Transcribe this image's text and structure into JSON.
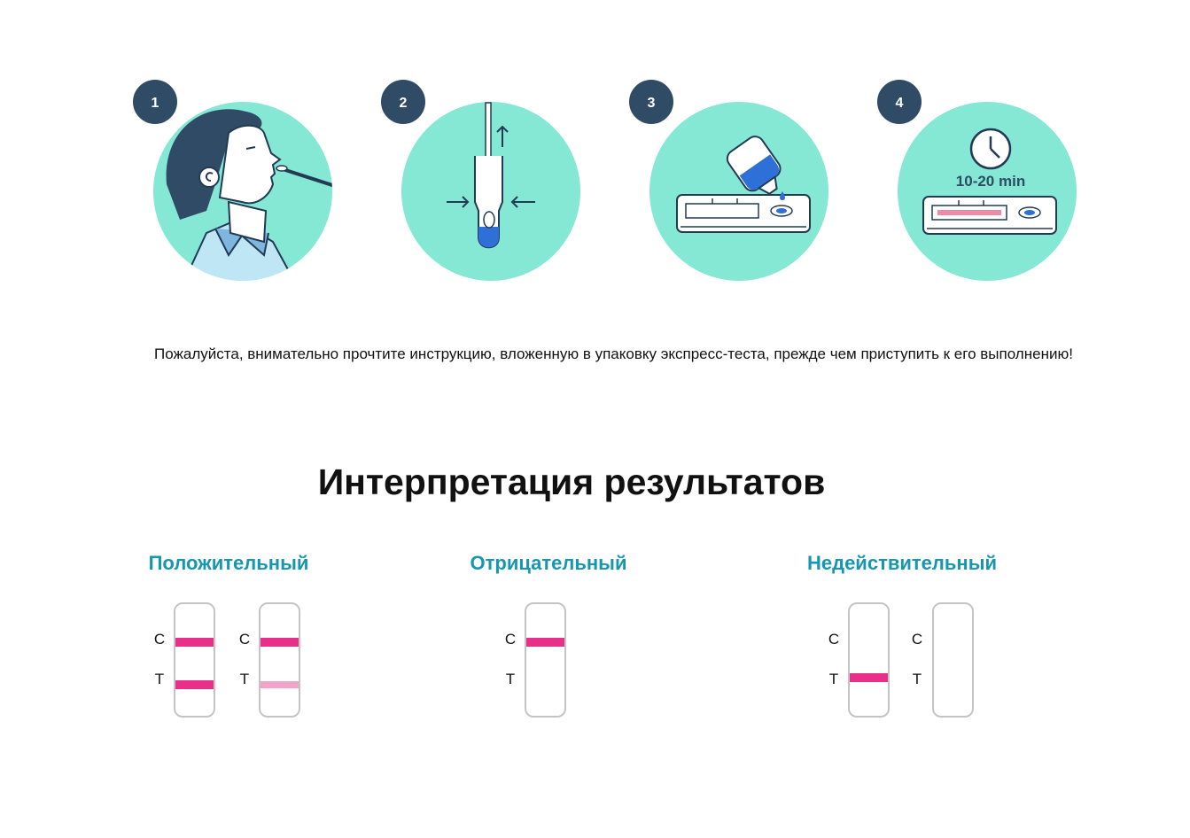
{
  "steps": [
    {
      "number": "1",
      "icon": "nasal-swab-icon"
    },
    {
      "number": "2",
      "icon": "extraction-tube-icon"
    },
    {
      "number": "3",
      "icon": "dropper-cassette-icon"
    },
    {
      "number": "4",
      "icon": "timer-cassette-icon",
      "caption": "10-20 min"
    }
  ],
  "instruction": "Пожалуйста, внимательно прочтите инструкцию, вложенную в упаковку экспресс-теста, прежде чем приступить к его выполнению!",
  "results": {
    "title": "Интерпретация результатов",
    "positive": {
      "label": "Положительный",
      "strips": [
        {
          "c_label": "C",
          "t_label": "T",
          "c_line": "strong",
          "t_line": "strong"
        },
        {
          "c_label": "C",
          "t_label": "T",
          "c_line": "strong",
          "t_line": "faint"
        }
      ]
    },
    "negative": {
      "label": "Отрицательный",
      "strips": [
        {
          "c_label": "C",
          "t_label": "T",
          "c_line": "strong",
          "t_line": "none"
        }
      ]
    },
    "invalid": {
      "label": "Недействительный",
      "strips": [
        {
          "c_label": "C",
          "t_label": "T",
          "c_line": "none",
          "t_line": "strong"
        },
        {
          "c_label": "C",
          "t_label": "T",
          "c_line": "none",
          "t_line": "none"
        }
      ]
    }
  },
  "colors": {
    "circle": "#84e8d5",
    "badge": "#2f4b66",
    "outline": "#233a55",
    "liquid": "#2f6fd8",
    "band_strong": "#e8308a",
    "band_faint": "#f2a3c8",
    "heading": "#1596b1"
  }
}
